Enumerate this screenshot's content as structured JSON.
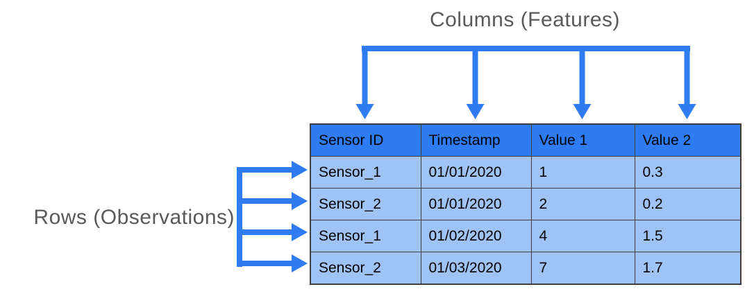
{
  "labels": {
    "columns": "Columns (Features)",
    "rows": "Rows (Observations)"
  },
  "table": {
    "headers": [
      "Sensor ID",
      "Timestamp",
      "Value 1",
      "Value 2"
    ],
    "rows": [
      [
        "Sensor_1",
        "01/01/2020",
        "1",
        "0.3"
      ],
      [
        "Sensor_2",
        "01/01/2020",
        "2",
        "0.2"
      ],
      [
        "Sensor_1",
        "01/02/2020",
        "4",
        "1.5"
      ],
      [
        "Sensor_2",
        "01/03/2020",
        "7",
        "1.7"
      ]
    ]
  },
  "colors": {
    "accent_blue": "#2E7BF2",
    "header_bg": "#2E7BF2",
    "row_bg": "#9EC3F4",
    "border": "#3F3F3F",
    "label_text": "#595959",
    "cell_text": "#000000",
    "background": "#FFFFFF"
  }
}
